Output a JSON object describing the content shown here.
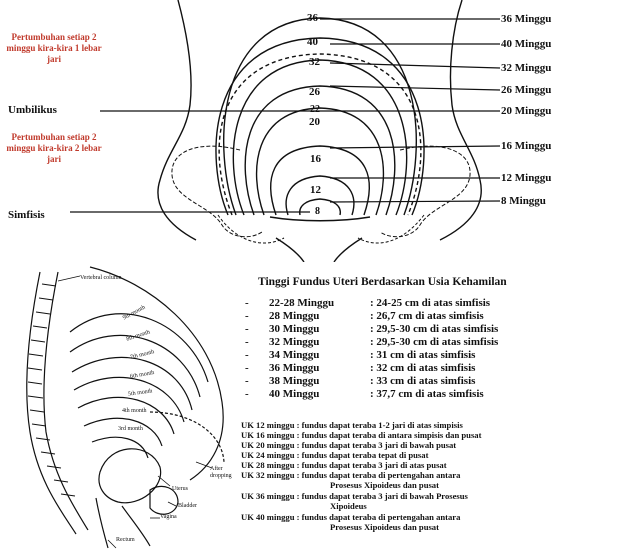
{
  "top_diagram": {
    "left_note_top": "Pertumbuhan setiap 2 minggu kira-kira 1 lebar jari",
    "left_note_bottom": "Pertumbuhan setiap 2 minggu kira-kira 2 lebar jari",
    "umbilikus_label": "Umbilikus",
    "simfisis_label": "Simfisis",
    "curve_numbers": [
      "36",
      "40",
      "32",
      "26",
      "22",
      "20",
      "16",
      "12",
      "8"
    ],
    "week_labels": [
      "36 Minggu",
      "40 Minggu",
      "32 Minggu",
      "26 Minggu",
      "20 Minggu",
      "16 Minggu",
      "12 Minggu",
      "8 Minggu"
    ]
  },
  "side_diagram": {
    "labels": [
      "Vertebral column",
      "9th month",
      "8th month",
      "7th month",
      "6th month",
      "5th month",
      "4th month",
      "3rd month",
      "After dropping",
      "Uterus",
      "Bladder",
      "Vagina",
      "Rectum"
    ]
  },
  "table": {
    "title": "Tinggi Fundus Uteri Berdasarkan Usia Kehamilan",
    "rows": [
      {
        "bullet": "-",
        "week": "22-28 Minggu",
        "value": ": 24-25 cm di atas simfisis"
      },
      {
        "bullet": "-",
        "week": "28 Minggu",
        "value": ": 26,7 cm di atas simfisis"
      },
      {
        "bullet": "-",
        "week": "30 Minggu",
        "value": ": 29,5-30 cm di atas simfisis"
      },
      {
        "bullet": "-",
        "week": "32 Minggu",
        "value": ": 29,5-30 cm di atas simfisis"
      },
      {
        "bullet": "-",
        "week": "34 Minggu",
        "value": ": 31 cm di atas simfisis"
      },
      {
        "bullet": "-",
        "week": "36 Minggu",
        "value": ": 32 cm di atas simfisis"
      },
      {
        "bullet": "-",
        "week": "38 Minggu",
        "value": ": 33 cm di atas simfisis"
      },
      {
        "bullet": "-",
        "week": "40 Minggu",
        "value": ": 37,7 cm di atas simfisis"
      }
    ]
  },
  "uk_notes": [
    "UK 12 minggu : fundus dapat teraba 1-2 jari di atas simpisis",
    "UK 16 minggu : fundus dapat teraba di antara simpisis dan pusat",
    "UK 20 minggu : fundus dapat teraba 3 jari di bawah pusat",
    "UK 24 minggu : fundus dapat teraba tepat di pusat",
    "UK 28 minggu : fundus dapat teraba 3 jari di atas pusat",
    "UK 32 minggu : fundus dapat teraba di pertengahan antara",
    "Prosesus Xipoideus dan pusat",
    "UK 36 minggu : fundus dapat teraba 3 jari di bawah Prosesus",
    "Xipoideus",
    "UK 40 minggu : fundus dapat teraba di pertengahan antara",
    "Prosesus Xipoideus dan pusat"
  ]
}
